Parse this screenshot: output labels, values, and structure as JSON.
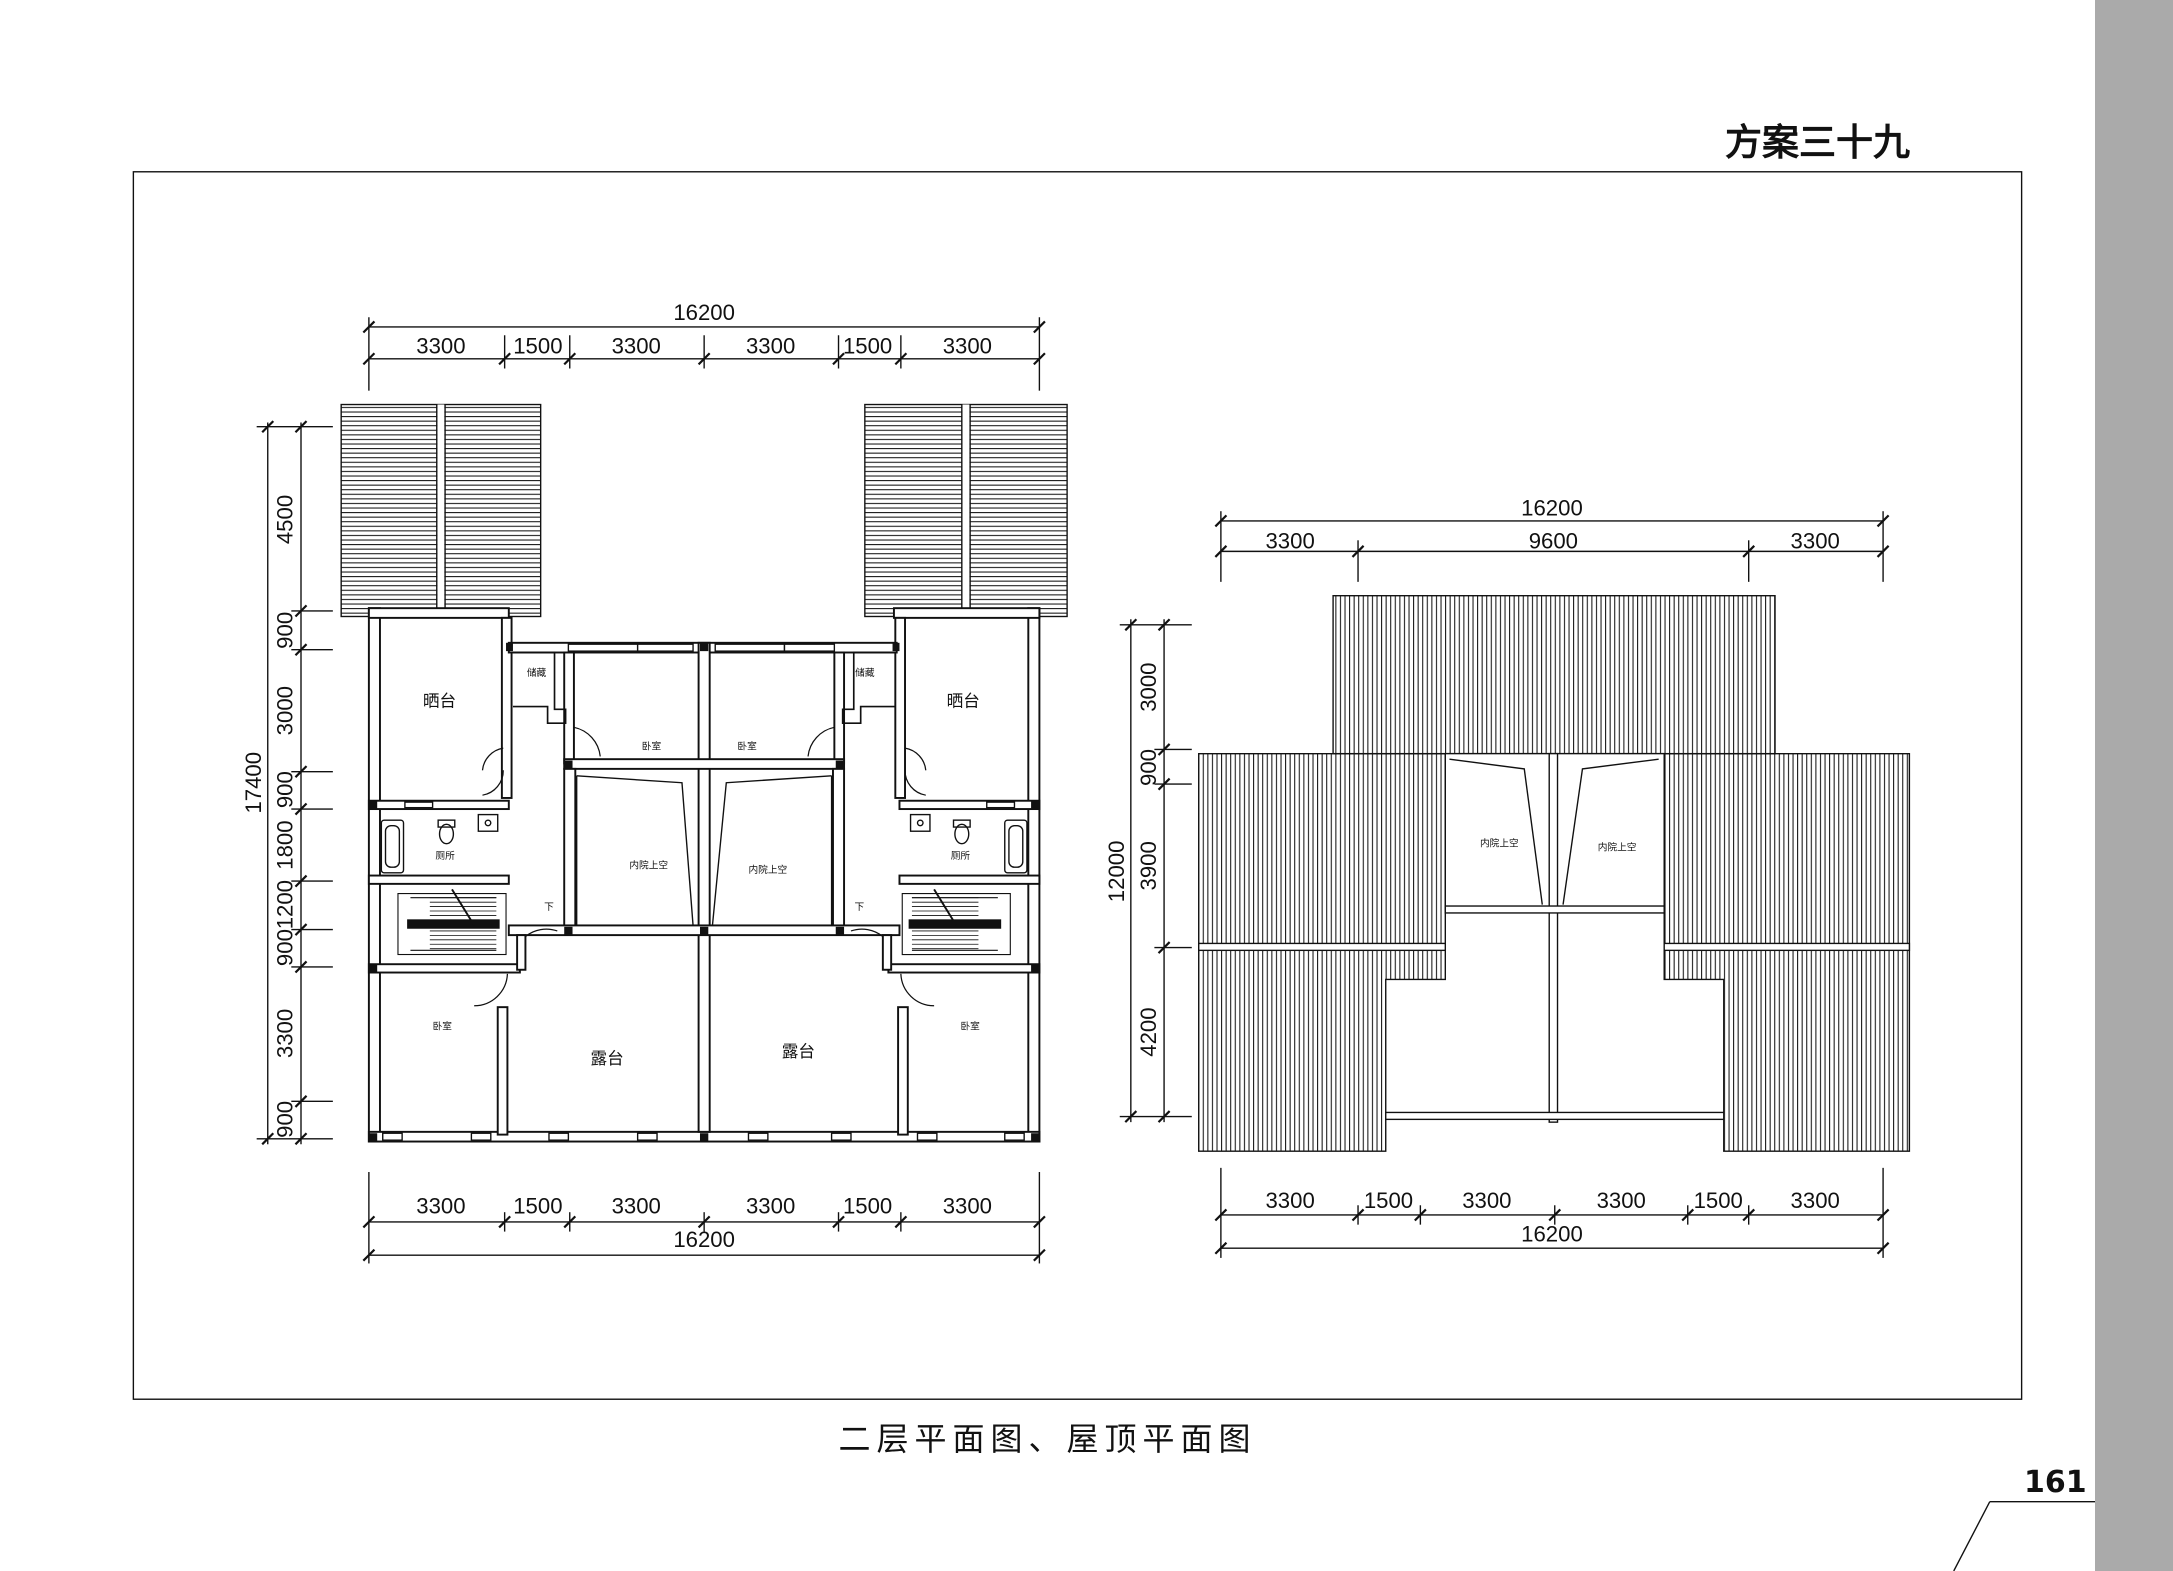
{
  "title": "方案三十九",
  "caption": "二层平面图、屋顶平面图",
  "page_number": "161",
  "colors": {
    "sidebar": "#aaaaaa",
    "line": "#111111",
    "background": "#ffffff"
  },
  "floor_plan": {
    "dims_top": {
      "total": "16200",
      "segments": [
        "3300",
        "1500",
        "3300",
        "3300",
        "1500",
        "3300"
      ]
    },
    "dims_bottom": {
      "total": "16200",
      "segments": [
        "3300",
        "1500",
        "3300",
        "3300",
        "1500",
        "3300"
      ]
    },
    "dims_left": {
      "total": "17400",
      "segments": [
        "4500",
        "900",
        "3000",
        "900",
        "1800",
        "1200",
        "900",
        "3300",
        "900"
      ]
    },
    "rooms": {
      "sun_left": "晒台",
      "sun_right": "晒台",
      "storage_left": "储藏",
      "storage_right": "储藏",
      "bed_upper_left": "卧室",
      "bed_upper_right": "卧室",
      "court_left": "内院上空",
      "court_right": "内院上空",
      "toilet_left": "厕所",
      "toilet_right": "厕所",
      "down_left": "下",
      "down_right": "下",
      "bed_lower_left": "卧室",
      "bed_lower_right": "卧室",
      "terrace_left": "露台",
      "terrace_right": "露台"
    }
  },
  "roof_plan": {
    "dims_top": {
      "total": "16200",
      "segments": [
        "3300",
        "9600",
        "3300"
      ]
    },
    "dims_bottom": {
      "total": "16200",
      "segments": [
        "3300",
        "1500",
        "3300",
        "3300",
        "1500",
        "3300"
      ]
    },
    "dims_left": {
      "total": "12000",
      "segments": [
        "3000",
        "900",
        "3900",
        "4200"
      ]
    },
    "rooms": {
      "court_left": "内院上空",
      "court_right": "内院上空"
    }
  }
}
